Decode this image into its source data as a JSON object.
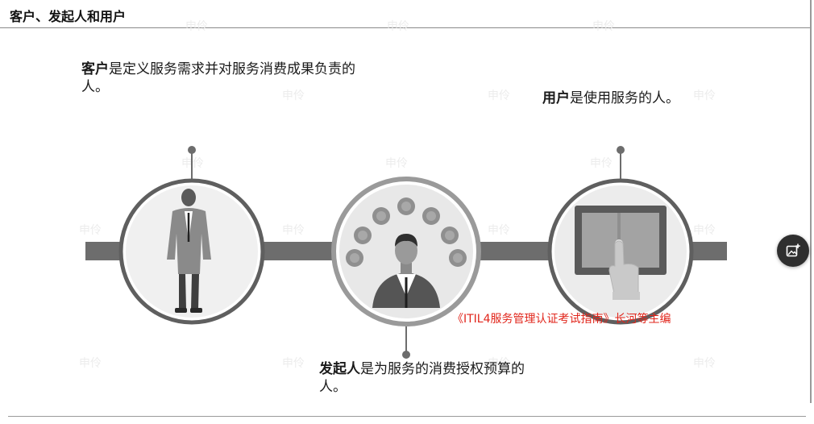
{
  "header": {
    "title": "客户、发起人和用户"
  },
  "roles": {
    "customer": {
      "term": "客户",
      "definition": "是定义服务需求并对服务消费成果负责的人。"
    },
    "user": {
      "term": "用户",
      "definition": "是使用服务的人。"
    },
    "sponsor": {
      "term": "发起人",
      "definition": "是为服务的消费授权预算的人。"
    }
  },
  "source_note": "《ITIL4服务管理认证考试指南》长河等主编",
  "watermark": "申伶",
  "icons": [
    "customer-figure-icon",
    "coin-icon",
    "sponsor-figure-icon",
    "tablet-icon",
    "pointing-hand-icon",
    "add-image-icon"
  ],
  "colors": {
    "band": "#6d6d6d",
    "circle_border": "#5f5f5f",
    "circle_fill": "#e8e8e8",
    "source_note": "#e1251b"
  }
}
